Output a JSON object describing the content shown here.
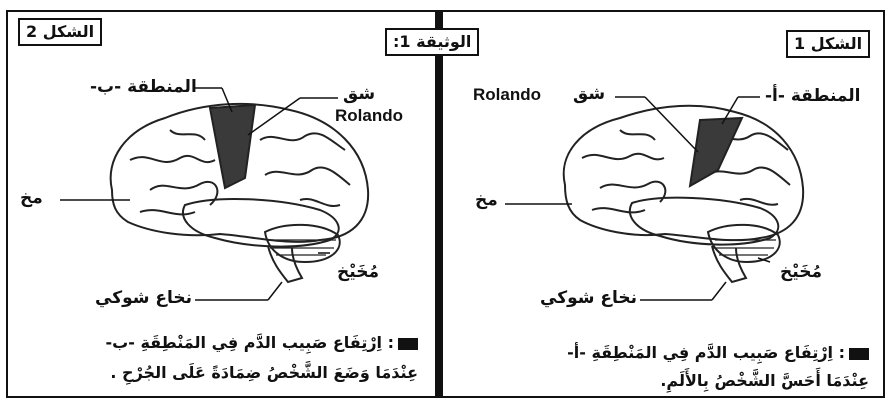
{
  "document_title": "الوثيقة 1:",
  "figure_left": {
    "title": "الشكل 2",
    "region_label": "المنطقة -ب-",
    "rolando_label_ar": "شق",
    "rolando_label_en": "Rolando",
    "brain_label": "مخ",
    "cerebellum_label": "مُخَيْخ",
    "spinal_label": "نخاع شوكي",
    "caption_line1": ": اِرْتِفَاع صَبِيب الدَّم فِي المَنْطِقَةِ -ب-",
    "caption_line2": "عِنْدَمَا وَضَعَ الشَّخْصُ ضِمَادَةً عَلَى الجُرْحِ ."
  },
  "figure_right": {
    "title": "الشكل 1",
    "region_label": "المنطقة -أ-",
    "rolando_label_ar": "شق",
    "rolando_label_en": "Rolando",
    "brain_label": "مخ",
    "cerebellum_label": "مُخَيْخ",
    "spinal_label": "نخاع شوكي",
    "caption_line1": ": اِرْتِفَاع صَبِيب الدَّم فِي المَنْطِقَةِ -أ-",
    "caption_line2": "عِنْدَمَا أَحَسَّ الشَّخْصُ بِالأَلَمِ."
  }
}
